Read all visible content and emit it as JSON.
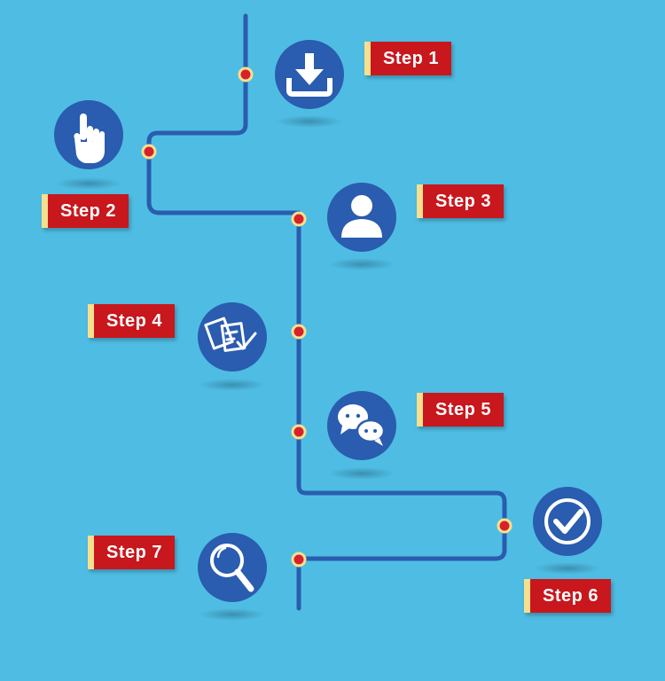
{
  "colors": {
    "background": "#4fbde3",
    "path": "#2a5caf",
    "circle": "#2a5caf",
    "dot_fill": "#d6222a",
    "dot_ring": "#f6e08e",
    "label_bg": "#c8171d",
    "label_accent": "#f6e08e"
  },
  "steps": [
    {
      "label": "Step 1",
      "icon": "download-icon"
    },
    {
      "label": "Step 2",
      "icon": "pointer-hand-icon"
    },
    {
      "label": "Step 3",
      "icon": "user-icon"
    },
    {
      "label": "Step 4",
      "icon": "documents-check-icon"
    },
    {
      "label": "Step 5",
      "icon": "chat-bubbles-icon"
    },
    {
      "label": "Step 6",
      "icon": "checkmark-circle-icon"
    },
    {
      "label": "Step 7",
      "icon": "magnifier-icon"
    }
  ]
}
